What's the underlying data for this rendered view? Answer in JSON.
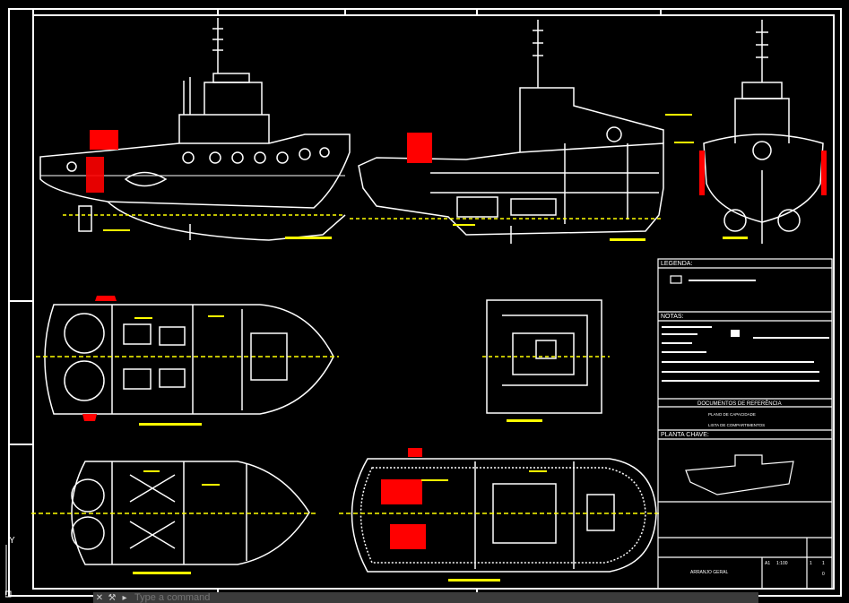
{
  "app": "CAD drawing viewer",
  "title_block": {
    "legend_heading": "LEGENDA:",
    "notes_heading": "NOTAS:",
    "references_heading": "DOCUMENTOS DE REFERÊNCIA",
    "reference_items": [
      "PLANO DE CAPACIDADE",
      "LISTA DE COMPARTIMENTOS"
    ],
    "key_plan_heading": "PLANTA CHAVE:",
    "drawing_title": "ARRANJO GERAL",
    "sheet_size": "A1",
    "scale": "1:100",
    "sheet_no": "1",
    "sheet_total": "1",
    "revision": "0"
  },
  "command_line": {
    "placeholder": "Type a command",
    "close_icon": "x",
    "tool_icon": "wrench"
  },
  "ucs": {
    "label": "Y"
  },
  "colors": {
    "background": "#000000",
    "lines": "#ffffff",
    "dims": "#ffff00",
    "fill": "#ff0000"
  }
}
